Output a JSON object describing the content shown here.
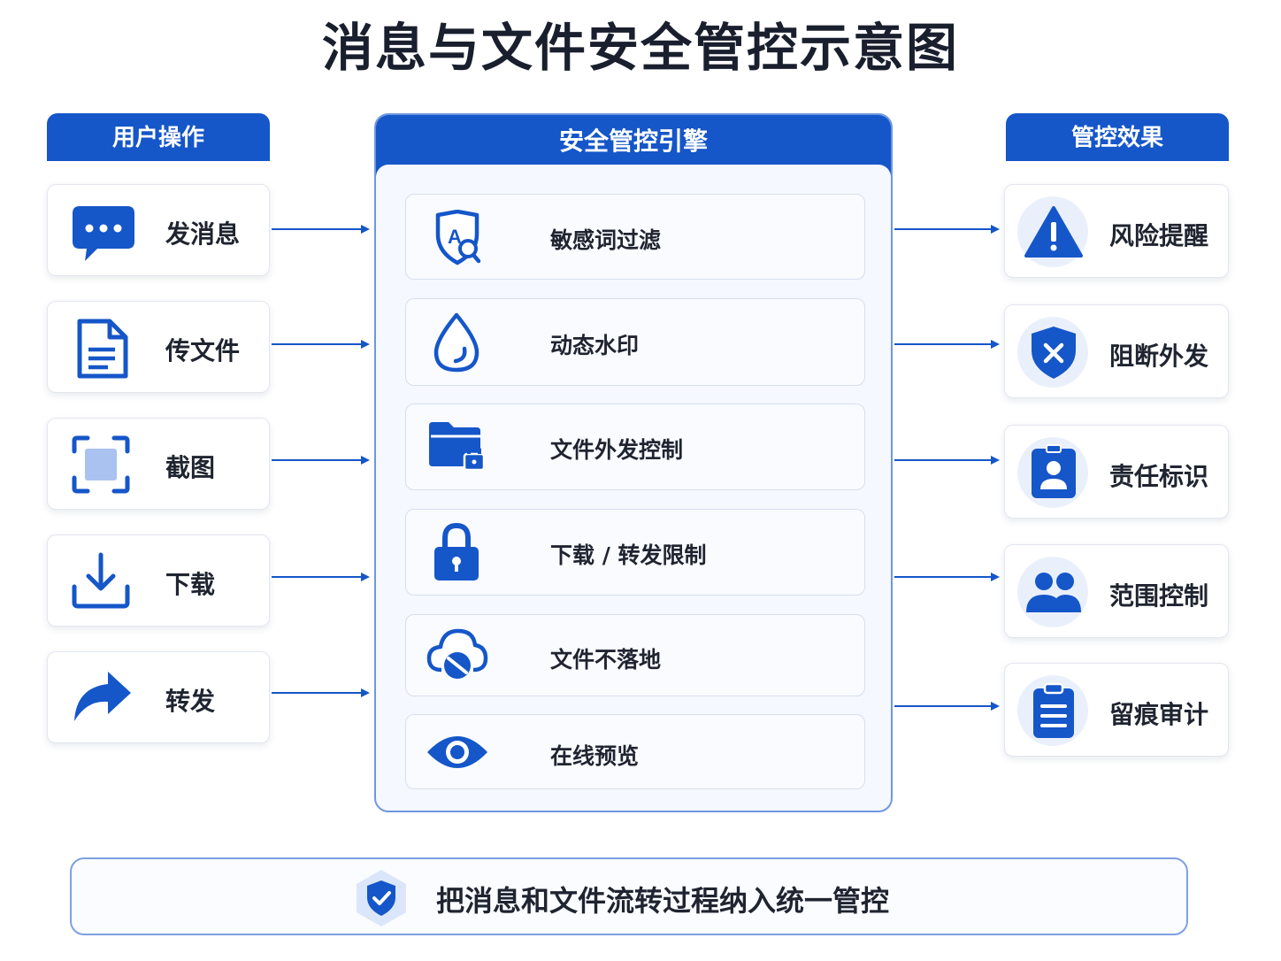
{
  "title": "消息与文件安全管控示意图",
  "colors": {
    "primary": "#1556c9",
    "accent_light": "#eaf0fb",
    "border": "#6f97e0"
  },
  "left_column": {
    "header": "用户操作",
    "items": [
      {
        "label": "发消息",
        "icon": "chat-bubble-icon"
      },
      {
        "label": "传文件",
        "icon": "document-icon"
      },
      {
        "label": "截图",
        "icon": "screenshot-icon"
      },
      {
        "label": "下载",
        "icon": "download-icon"
      },
      {
        "label": "转发",
        "icon": "forward-arrow-icon"
      }
    ]
  },
  "center_column": {
    "header": "安全管控引擎",
    "items": [
      {
        "label": "敏感词过滤",
        "icon": "shield-search-icon"
      },
      {
        "label": "动态水印",
        "icon": "water-drop-icon"
      },
      {
        "label": "文件外发控制",
        "icon": "folder-lock-icon"
      },
      {
        "label": "下载 / 转发限制",
        "icon": "padlock-icon"
      },
      {
        "label": "文件不落地",
        "icon": "cloud-block-icon"
      },
      {
        "label": "在线预览",
        "icon": "eye-icon"
      }
    ]
  },
  "right_column": {
    "header": "管控效果",
    "items": [
      {
        "label": "风险提醒",
        "icon": "warning-icon"
      },
      {
        "label": "阻断外发",
        "icon": "shield-x-icon"
      },
      {
        "label": "责任标识",
        "icon": "badge-user-icon"
      },
      {
        "label": "范围控制",
        "icon": "users-icon"
      },
      {
        "label": "留痕审计",
        "icon": "clipboard-icon"
      }
    ]
  },
  "footer": {
    "text": "把消息和文件流转过程纳入统一管控",
    "icon": "shield-check-icon"
  }
}
